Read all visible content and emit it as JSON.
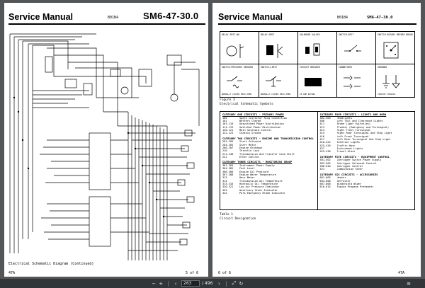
{
  "left_page": {
    "header_title": "Service Manual",
    "header_code_small": "B01B4",
    "header_code": "SM6-47-30.0",
    "caption": "Electrical Schematic Diagram (Continued)",
    "page_id": "47A",
    "page_of": "5 of 6"
  },
  "right_page": {
    "header_title": "Service Manual",
    "header_code_small": "B01B4",
    "header_code": "SM6-47-30.0",
    "symbols": [
      {
        "label": "RELAY-SPST-NO",
        "caption": ""
      },
      {
        "label": "RELAY-SPDT",
        "caption": ""
      },
      {
        "label": "SOLENOID VALVES",
        "caption": ""
      },
      {
        "label": "SWITCH-SPST",
        "caption": ""
      },
      {
        "label": "SWITCH ROTARY BEFORE BREAK",
        "caption": ""
      },
      {
        "label": "SWITCH-PRESSURE SENSING",
        "caption": "NORMALLY CLOSED HELD OPEN"
      },
      {
        "label": "SWITCH-LIMIT",
        "caption": "NORMALLY CLOSED HELD OPEN"
      },
      {
        "label": "CIRCUIT BREAKER",
        "caption": "15 AMP RATING"
      },
      {
        "label": "CONNECTORS",
        "caption": ""
      },
      {
        "label": "GROUNDS",
        "caption": "CIRCUIT CHASSIS"
      }
    ],
    "figure_label": "Figure 3",
    "figure_caption": "Electrical Schematic Symbols",
    "categories_left": [
      {
        "title": "CATEGORY ONE CIRCUITS - PRIMARY POWER",
        "circuits": [
          {
            "code": "100",
            "desc": "Spare Collector Ring Connection"
          },
          {
            "code": "101",
            "desc": "Battery Charge"
          },
          {
            "code": "103-110",
            "desc": "Unswitched Power Distribution"
          },
          {
            "code": "111-119",
            "desc": "Switched Power Distribution"
          },
          {
            "code": "120-121",
            "desc": "Main Solenoid Control"
          },
          {
            "code": "122-123",
            "desc": "Chassis Ground"
          }
        ]
      },
      {
        "title": "CATEGORY TWO CIRCUITS - ENGINE AND TRANSMISSION CONTROL",
        "circuits": [
          {
            "code": "201-203",
            "desc": "Start Solenoid"
          },
          {
            "code": "204-205",
            "desc": "Start Motor"
          },
          {
            "code": "206-207",
            "desc": "Engine Shutdown"
          },
          {
            "code": "210",
            "desc": "Throttle Lock"
          },
          {
            "code": "211-240",
            "desc": "Transmission And Transfer Case Shift"
          },
          {
            "code": "241",
            "desc": "Ether Control"
          }
        ]
      },
      {
        "title": "CATEGORY THREE CIRCUITS - MONITORING GROUP",
        "circuits": [
          {
            "code": "301-303",
            "desc": "Instrument Power Supply"
          },
          {
            "code": "304-305",
            "desc": "Fuel Level"
          },
          {
            "code": "306-308",
            "desc": "Engine Oil Pressure"
          },
          {
            "code": "307-308",
            "desc": "Engine Water Temperature"
          },
          {
            "code": "313",
            "desc": "Hour Meter"
          },
          {
            "code": "314",
            "desc": "Transmission Oil Temperature"
          },
          {
            "code": "315-316",
            "desc": "Hydraulic Oil Temperature"
          },
          {
            "code": "320-321",
            "desc": "Low Air Pressure Indicator"
          },
          {
            "code": "333",
            "desc": "Auxiliary Steer Indicator"
          },
          {
            "code": "342",
            "desc": "Park Emergency Brake Indicator"
          }
        ]
      }
    ],
    "categories_right": [
      {
        "title": "CATEGORY FOUR CIRCUITS - LIGHTS AND HORN",
        "circuits": [
          {
            "code": "402-403",
            "desc": "Headlights"
          },
          {
            "code": "406",
            "desc": "Left Tail and Clearance Lights"
          },
          {
            "code": "411",
            "desc": "Brake Light Switch(es)"
          },
          {
            "code": "413",
            "desc": "Flasher (Emergency and Turnsignal)"
          },
          {
            "code": "414",
            "desc": "Right Front Turnsignal"
          },
          {
            "code": "415",
            "desc": "Right Rear Turnsignal And Stop Light"
          },
          {
            "code": "416",
            "desc": "Left Front Turnsignal"
          },
          {
            "code": "417",
            "desc": "Left Rear Turnsignal And Stop Light"
          },
          {
            "code": "418-422",
            "desc": "Exterior Lights"
          },
          {
            "code": "425-426",
            "desc": "Traffic Horn"
          },
          {
            "code": "427",
            "desc": "Instrument Lights"
          },
          {
            "code": "429-430",
            "desc": "Travel Alarm"
          }
        ]
      },
      {
        "title": "CATEGORY FIVE CIRCUITS - EQUIPMENT CONTROL",
        "circuits": [
          {
            "code": "501-502",
            "desc": "Outrigger Switch Power Supply"
          },
          {
            "code": "503-505",
            "desc": "Outrigger Solenoid Control"
          },
          {
            "code": "506-520",
            "desc": "Outrigger Control"
          },
          {
            "code": "521",
            "desc": "Combination Steer"
          }
        ]
      },
      {
        "title": "CATEGORY SIX CIRCUITS - ACCESSORIES",
        "circuits": [
          {
            "code": "601-603",
            "desc": "Heater"
          },
          {
            "code": "604-606",
            "desc": "Defroster"
          },
          {
            "code": "607-608",
            "desc": "Windshield Wiper"
          },
          {
            "code": "616-615",
            "desc": "Engine Propane Preheater"
          }
        ]
      }
    ],
    "table_label": "Table 1",
    "table_caption": "Circuit Designation",
    "page_of": "6 of 6",
    "page_id": "47A"
  },
  "toolbar": {
    "current_page": "263",
    "total_pages": "/ 496",
    "menu_icon": "menu-icon",
    "colors": {
      "toolbar_bg": "#323639",
      "viewer_bg": "#525659"
    }
  }
}
